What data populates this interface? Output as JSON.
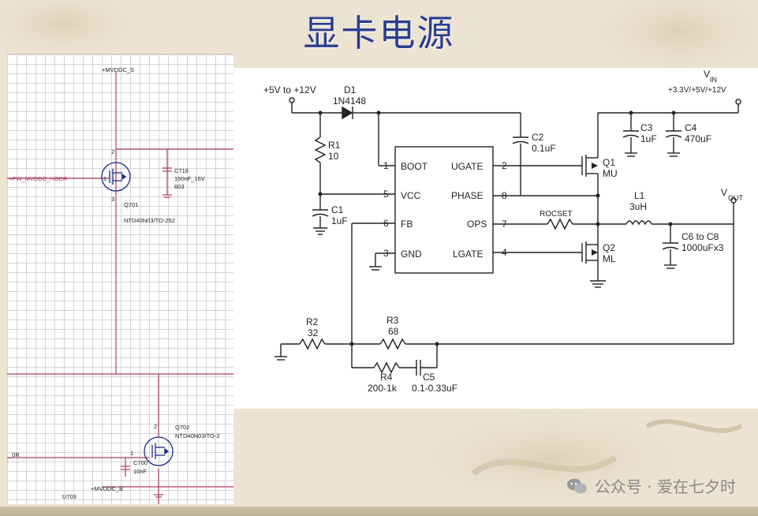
{
  "slide": {
    "title": "显卡电源",
    "watermark": {
      "icon": "wechat-icon",
      "text": "公众号 · 爱在七夕时"
    }
  },
  "left_schematic": {
    "labels": {
      "net_top": "+MVDDC_S",
      "gate_net": "+PW_MVDDC_HGDR",
      "pin_1_upper": "1",
      "pin_2_upper": "2",
      "pin_3_upper": "3",
      "cap_upper_ref": "C718",
      "cap_upper_value": "150nF_16V",
      "cap_upper_pkg": "603",
      "q_upper_ref": "Q701",
      "q_upper_part": "NTD40N03/TO-252",
      "q_lower_ref": "Q702",
      "q_lower_part": "NTD40N03/TO-2",
      "pin_2_lower": "2",
      "pin_1_lower": "1",
      "cap_lower_ref": "C700",
      "cap_lower_value": "10nF",
      "net_left_lower": "_0R",
      "net_bottom": "+MVDDC_B",
      "bottom_ref": "U703"
    }
  },
  "right_schematic": {
    "labels": {
      "vin_left": "+5V to +12V",
      "d1_ref": "D1",
      "d1_part": "1N4148",
      "r1_ref": "R1",
      "r1_val": "10",
      "c1_ref": "C1",
      "c1_val": "1uF",
      "c2_ref": "C2",
      "c2_val": "0.1uF",
      "c3_ref": "C3",
      "c3_val": "1uF",
      "c4_ref": "C4",
      "c4_val": "470uF",
      "vin_main": "V",
      "vin_sub": "IN",
      "vin_range": "+3.3V/+5V/+12V",
      "pin_boot_num": "1",
      "pin_vcc_num": "5",
      "pin_fb_num": "6",
      "pin_gnd_num": "3",
      "pin_ugate_num": "2",
      "pin_phase_num": "8",
      "pin_ops_num": "7",
      "pin_lgate_num": "4",
      "pin_boot": "BOOT",
      "pin_vcc": "VCC",
      "pin_fb": "FB",
      "pin_gnd": "GND",
      "pin_ugate": "UGATE",
      "pin_phase": "PHASE",
      "pin_ops": "OPS",
      "pin_lgate": "LGATE",
      "q1_ref": "Q1",
      "q1_name": "MU",
      "q2_ref": "Q2",
      "q2_name": "ML",
      "rocset": "ROCSET",
      "l1_ref": "L1",
      "l1_val": "3uH",
      "vout_main": "V",
      "vout_sub": "OUT",
      "c6_ref": "C6 to C8",
      "c6_val": "1000uFx3",
      "r2_ref": "R2",
      "r2_val": "32",
      "r3_ref": "R3",
      "r3_val": "68",
      "r4_ref": "R4",
      "r4_val": "200-1k",
      "c5_ref": "C5",
      "c5_val": "0.1-0.33uF"
    }
  },
  "colors": {
    "title": "#2a3d8f",
    "left_wire": "#b03a6a",
    "right_wire": "#222222"
  }
}
